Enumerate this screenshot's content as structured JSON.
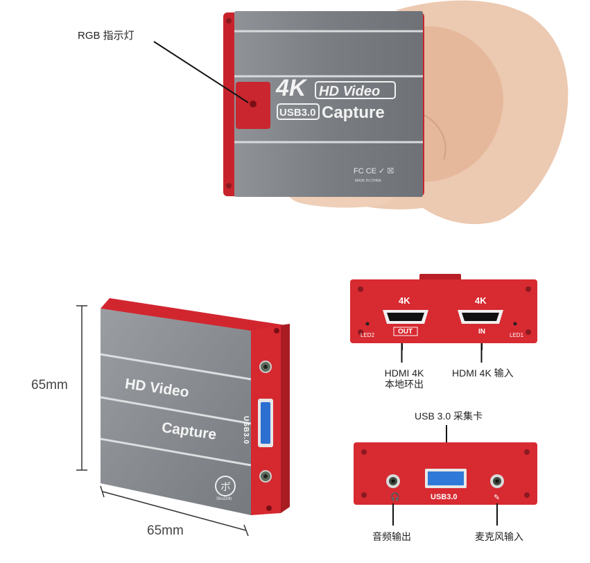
{
  "device": {
    "badge": "4K",
    "line1": "HD Video",
    "usb_badge": "USB3.0",
    "line2": "Capture",
    "certs": "FC CE ✓ ☒",
    "made": "MADE IN CHINA"
  },
  "annotations": {
    "rgb_indicator": "RGB 指示灯",
    "height_dim": "65mm",
    "width_dim": "65mm",
    "hdmi_out": "HDMI 4K\n本地环出",
    "hdmi_in": "HDMI 4K 输入",
    "usb_card": "USB 3.0 采集卡",
    "audio_out": "音频输出",
    "mic_in": "麦克风输入"
  },
  "side_device": {
    "line1": "HD Video",
    "line2": "Capture",
    "usb_vertical": "USB3.0",
    "logo_text": "ShuOrth"
  },
  "back_panel": {
    "badge_left": "4K",
    "badge_right": "4K",
    "out_label": "OUT",
    "in_label": "IN",
    "led_left": "LED2",
    "led_right": "LED1"
  },
  "front_panel": {
    "usb_label": "USB3.0"
  }
}
